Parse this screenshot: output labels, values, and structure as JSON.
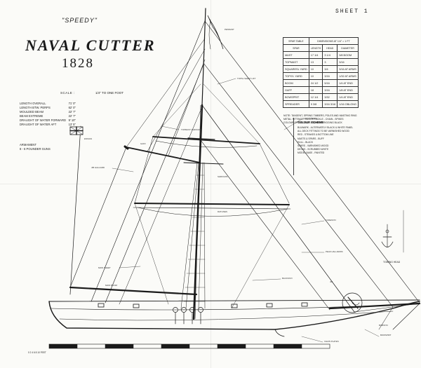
{
  "header": {
    "ship_name": "\"SPEEDY\"",
    "title": "NAVAL CUTTER",
    "year": "1828",
    "scale_text": "SCALE :",
    "scale_value": "1/4\" TO ONE FOOT",
    "sheet": "SHEET 1"
  },
  "dimensions": {
    "rows": [
      {
        "label": "LENGTH OVERALL",
        "value": "71' 0\""
      },
      {
        "label": "LENGTH BTW. PERPS",
        "value": "62' 0\""
      },
      {
        "label": "MOULDED BEAM",
        "value": "22' 7\""
      },
      {
        "label": "BEAM EXTREME",
        "value": "22' 7\""
      },
      {
        "label": "DRAUGHT OF WATER FORWARD",
        "value": "9' 10\""
      },
      {
        "label": "DRAUGHT OF WATER AFT",
        "value": "13' 5\""
      }
    ]
  },
  "armament": {
    "title": "ARMAMENT",
    "detail": "8 - 6 POUNDER GUNS"
  },
  "spar_table": {
    "header_left": "SPAR TABLE",
    "header_right": "DIMENSIONS AT 1/4\" = 1 FT",
    "columns": [
      "SPAR",
      "LENGTH",
      "HEAD",
      "DIAMETER"
    ],
    "rows": [
      [
        "MAST",
        "17 1/4",
        "3 1/4",
        "3/8 BOOM"
      ],
      [
        "TOPMAST",
        "13",
        "3",
        "3/16"
      ],
      [
        "SQUARESL YARD",
        "10",
        "3/4",
        "3/16 AT ARMS"
      ],
      [
        "TOPG'L YARD",
        "10",
        "3/16",
        "1/32 AT ARMS"
      ],
      [
        "BOOM",
        "24 1/2",
        "5/16",
        "1/4 AT END"
      ],
      [
        "GAFF",
        "18",
        "3/16",
        "1/8 AT END"
      ],
      [
        "BOWSPRIT",
        "12 1/4",
        "3/32",
        "1/4 AT END"
      ],
      [
        "SPREADER",
        "9 3/8",
        "3/16 3/16",
        "1/16 OBLONG"
      ]
    ],
    "notes": [
      "NOTE: TANGENT, SPRING TIMBERS, POLES AND MASTING RING",
      "METAL: FITTINGS - BLOCK TACKLE - CHAIN - SPIKES",
      "COLOUR OF RIGGING - STANDING RIGGING BLACK"
    ]
  },
  "rigging": {
    "title": "COLOUR SCHEME",
    "lines": [
      "BULWARK - ALTERNATELY BLACK & WHITE PANEL",
      "ALL DECK FITTINGS TO BE VARNISHED WOOD",
      "RED - STRAKES & BOTTOM LINE",
      "MASTS & SPARS - BUFF",
      "HULL - BLACK",
      "SPARS - VARNISHED WOOD",
      "DECKS - SCRUBBED WHITE",
      "MODEL BASE - PAINTED"
    ]
  },
  "tow_label": "TOWING HEAD",
  "scale_bar_label": "0 2 4 6 8 10 FEET",
  "callouts": [
    "TOPSL SHEET LIFT",
    "TOPMAST SHROUDS",
    "CROSSTREES",
    "JIB HALLIARD",
    "FORESTAY",
    "PEAK HALLIARDS",
    "MAIN SHEET",
    "BACKSTAY",
    "SHROUDS",
    "RATLINES",
    "CHAIN PLATES",
    "BOWSPRIT",
    "BOBSTAY",
    "MAIN BOOM",
    "GAFF",
    "JIB",
    "ENSIGN",
    "PENNANT"
  ],
  "colors": {
    "ink": "#1a1a1a",
    "paper": "#fbfbf8"
  }
}
